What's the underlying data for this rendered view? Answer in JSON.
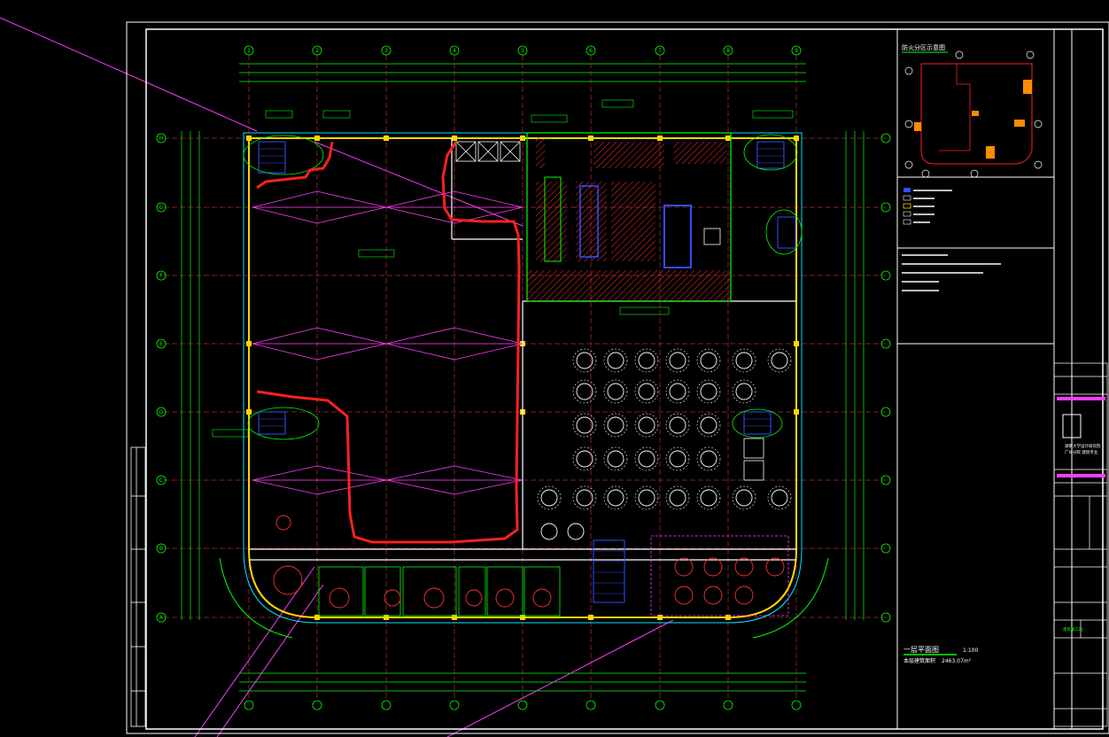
{
  "sheet": {
    "plan_title": "一层平面图",
    "scale": "1:100",
    "area_label": "本层建筑面积",
    "area_value": "2463.07m²",
    "key_plan_title": "防火分区示意图",
    "firm_name_line1": "湖南大学设计研究院",
    "firm_name_line2": "广州分院 建筑专业",
    "drawing_label": "建筑施工图"
  },
  "grid": {
    "columns": [
      "1",
      "2",
      "3",
      "4",
      "5",
      "6",
      "7",
      "8",
      "9"
    ],
    "rows": [
      "H",
      "G",
      "F",
      "E",
      "D",
      "C",
      "B",
      "A"
    ]
  },
  "colors": {
    "background": "#000000",
    "frame": "#ffffff",
    "wall": "#ffd700",
    "dimension": "#00ff00",
    "axis": "#ff4444",
    "furniture": "#ffffff",
    "hatch": "#ff3030",
    "glass": "#00e5ff",
    "stair": "#3050ff",
    "markup": "#ff2020",
    "magenta": "#ff3cff"
  }
}
